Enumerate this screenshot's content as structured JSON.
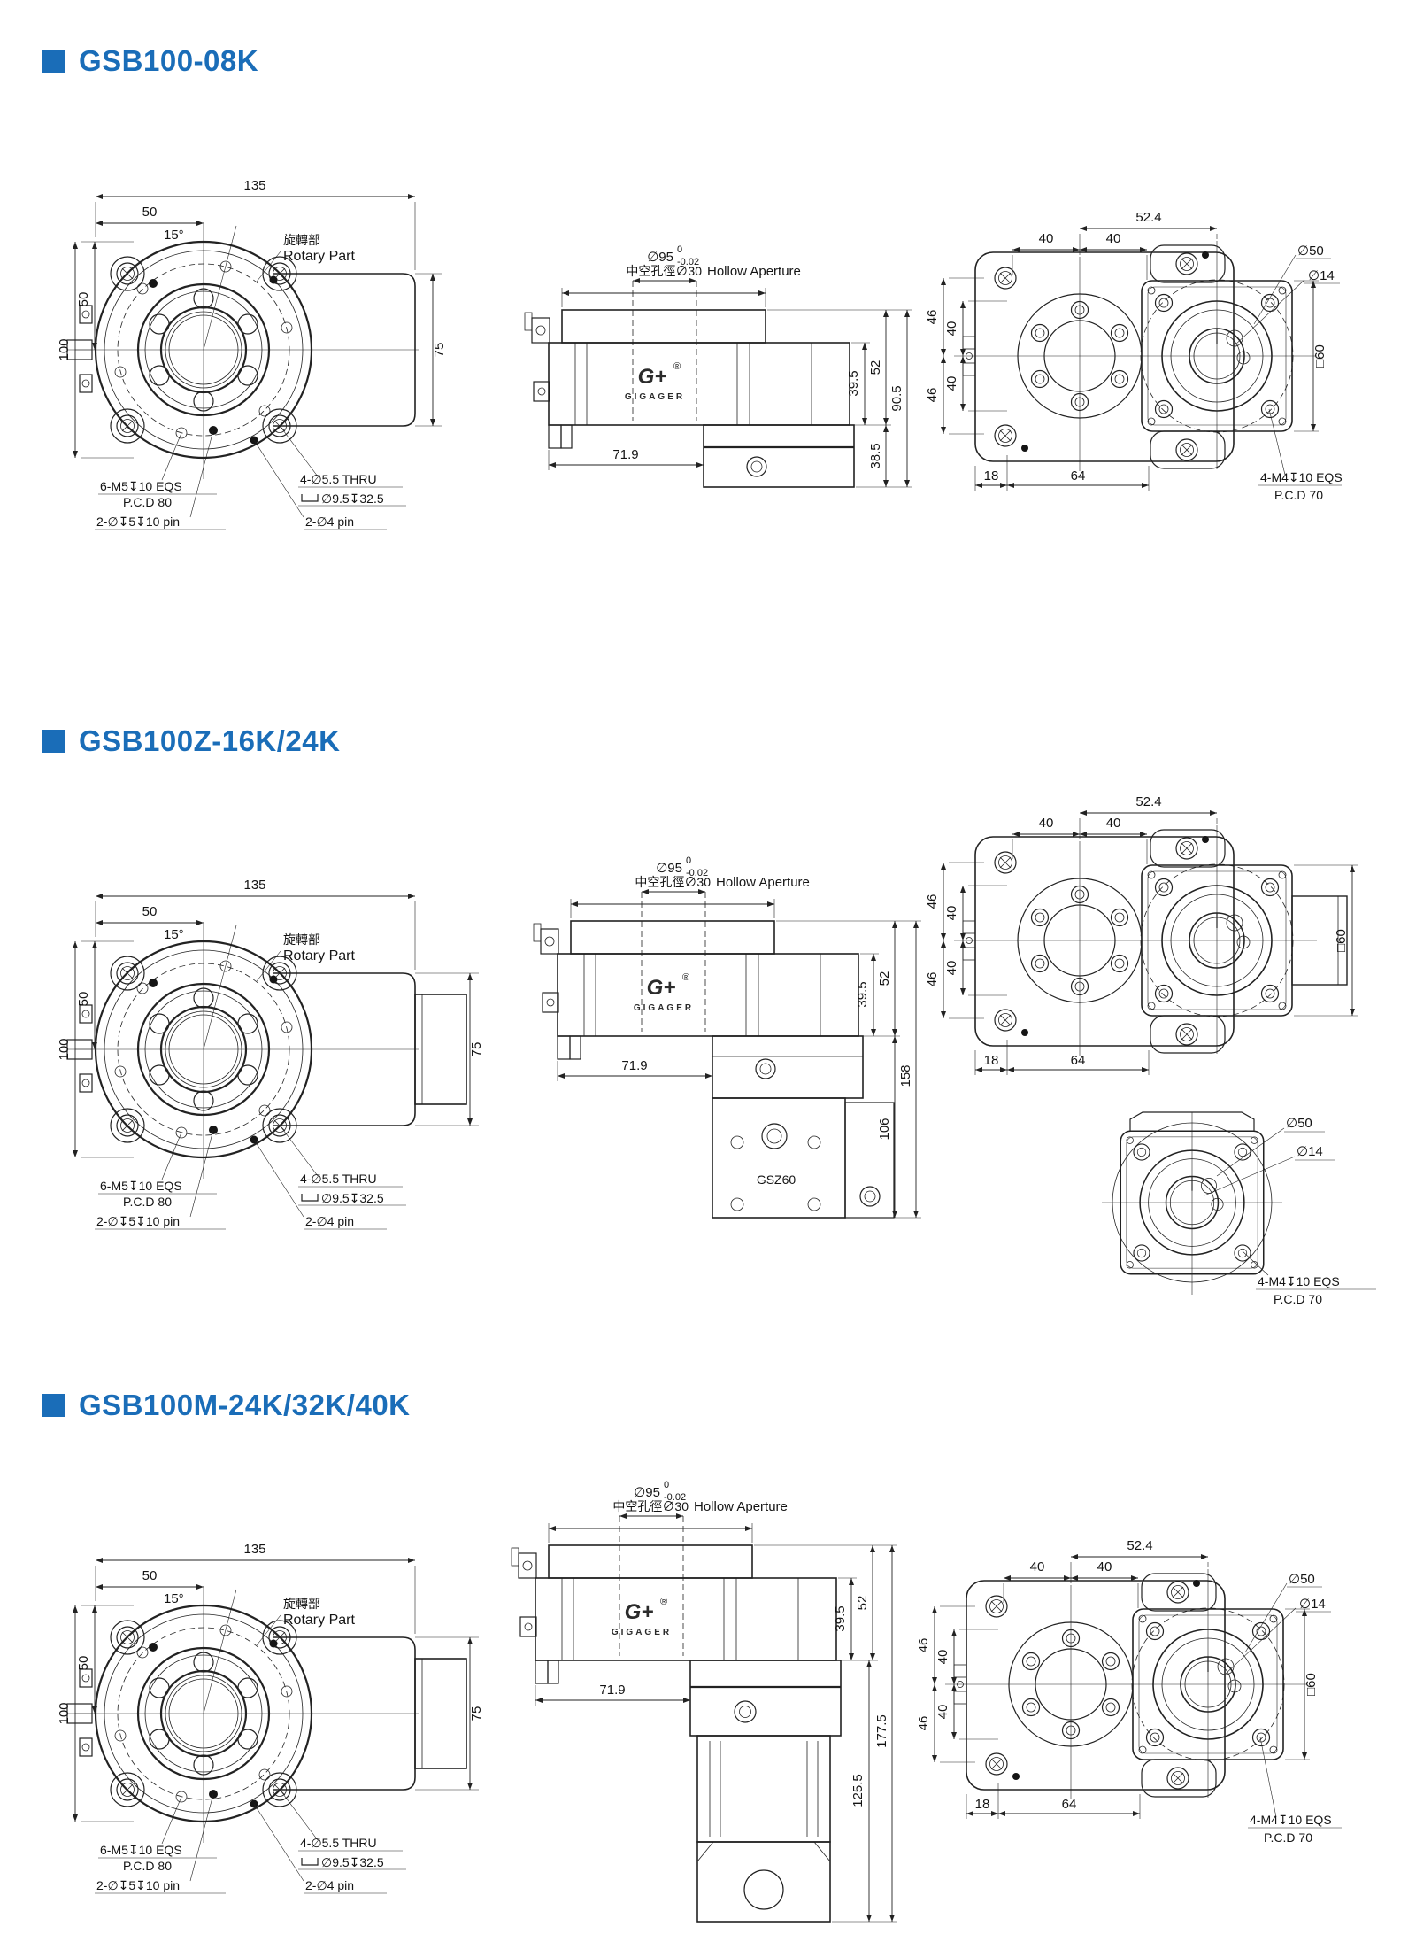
{
  "page": {
    "accent": "#1a6db8",
    "background": "#ffffff"
  },
  "sections": [
    {
      "title": "GSB100-08K",
      "front": {
        "dim_total_width": "135",
        "dim_half_width": "50",
        "angle": "15°",
        "dim_height": "100",
        "dim_half_height": "50",
        "dim_arm": "75",
        "rotary_cn": "旋轉部",
        "rotary_en": "Rotary Part",
        "note_tap": "6-M5↧10 EQS",
        "note_pcd": "P.C.D 80",
        "note_pin_left": "2-∅↧5↧10 pin",
        "note_thru": "4-∅5.5 THRU",
        "note_cbore": "∅9.5↧32.5",
        "note_pin_right": "2-∅4 pin"
      },
      "side": {
        "dia_95": "∅95",
        "tol_upper": "0",
        "tol_lower": "-0.02",
        "aperture_cn": "中空孔徑∅30",
        "aperture_en": "Hollow Aperture",
        "logo_g": "G+",
        "logo_reg": "®",
        "logo_brand": "GIGAGER",
        "dim_upper": "39.5",
        "dim_mid": "52",
        "dim_left": "71.9",
        "dim_lower": "38.5",
        "dim_total": "90.5"
      },
      "back": {
        "dim_52_4": "52.4",
        "dim_40_left": "40",
        "dim_40_right": "40",
        "dim_46_top": "46",
        "dim_40_top": "40",
        "dim_46_bottom": "46",
        "dim_40_bottom": "40",
        "dia_50": "∅50",
        "dia_14": "∅14",
        "dim_square": "□60",
        "dim_18": "18",
        "dim_64": "64",
        "note_tap": "4-M4↧10 EQS",
        "note_pcd": "P.C.D 70"
      }
    },
    {
      "title": "GSB100Z-16K/24K",
      "front": {
        "dim_total_width": "135",
        "dim_half_width": "50",
        "angle": "15°",
        "dim_height": "100",
        "dim_half_height": "50",
        "dim_arm": "75",
        "rotary_cn": "旋轉部",
        "rotary_en": "Rotary Part",
        "note_tap": "6-M5↧10 EQS",
        "note_pcd": "P.C.D 80",
        "note_pin_left": "2-∅↧5↧10 pin",
        "note_thru": "4-∅5.5 THRU",
        "note_cbore": "∅9.5↧32.5",
        "note_pin_right": "2-∅4 pin"
      },
      "side": {
        "dia_95": "∅95",
        "tol_upper": "0",
        "tol_lower": "-0.02",
        "aperture_cn": "中空孔徑∅30",
        "aperture_en": "Hollow Aperture",
        "logo_g": "G+",
        "logo_reg": "®",
        "logo_brand": "GIGAGER",
        "motor_label": "GSZ60",
        "dim_upper": "39.5",
        "dim_mid": "52",
        "dim_left": "71.9",
        "dim_lower": "106",
        "dim_total": "158"
      },
      "back": {
        "dim_52_4": "52.4",
        "dim_40_left": "40",
        "dim_40_right": "40",
        "dim_46_top": "46",
        "dim_40_top": "40",
        "dim_46_bottom": "46",
        "dim_40_bottom": "40",
        "dim_square": "□60",
        "dim_18": "18",
        "dim_64": "64"
      },
      "flange_detail": {
        "dia_50": "∅50",
        "dia_14": "∅14",
        "note_tap": "4-M4↧10 EQS",
        "note_pcd": "P.C.D 70"
      }
    },
    {
      "title": "GSB100M-24K/32K/40K",
      "front": {
        "dim_total_width": "135",
        "dim_half_width": "50",
        "angle": "15°",
        "dim_height": "100",
        "dim_half_height": "50",
        "dim_arm": "75",
        "rotary_cn": "旋轉部",
        "rotary_en": "Rotary Part",
        "note_tap": "6-M5↧10 EQS",
        "note_pcd": "P.C.D 80",
        "note_pin_left": "2-∅↧5↧10 pin",
        "note_thru": "4-∅5.5 THRU",
        "note_cbore": "∅9.5↧32.5",
        "note_pin_right": "2-∅4 pin"
      },
      "side": {
        "dia_95": "∅95",
        "tol_upper": "0",
        "tol_lower": "-0.02",
        "aperture_cn": "中空孔徑∅30",
        "aperture_en": "Hollow Aperture",
        "logo_g": "G+",
        "logo_reg": "®",
        "logo_brand": "GIGAGER",
        "dim_upper": "39.5",
        "dim_mid": "52",
        "dim_left": "71.9",
        "dim_lower": "125.5",
        "dim_total": "177.5"
      },
      "back": {
        "dim_52_4": "52.4",
        "dim_40_left": "40",
        "dim_40_right": "40",
        "dim_46_top": "46",
        "dim_40_top": "40",
        "dim_46_bottom": "46",
        "dim_40_bottom": "40",
        "dia_50": "∅50",
        "dia_14": "∅14",
        "dim_square": "□60",
        "dim_18": "18",
        "dim_64": "64",
        "note_tap": "4-M4↧10 EQS",
        "note_pcd": "P.C.D 70"
      }
    }
  ]
}
